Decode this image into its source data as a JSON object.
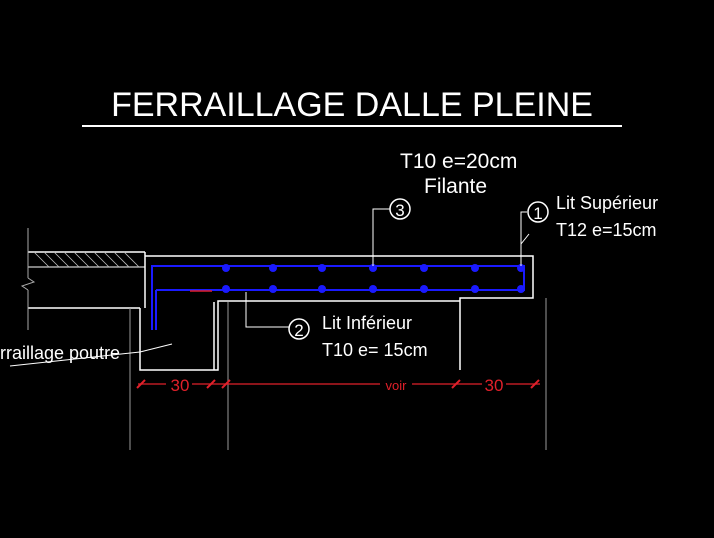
{
  "title": "FERRAILLAGE DALLE PLEINE",
  "annotations": {
    "filante_line1": "T10  e=20cm",
    "filante_line2": "Filante",
    "lit_superieur_line1": "Lit Supérieur",
    "lit_superieur_line2": "T12 e=15cm",
    "lit_inferieur_line1": "Lit Inférieur",
    "lit_inferieur_line2": "T10 e= 15cm",
    "poutre_label": "rraillage poutre"
  },
  "markers": {
    "lit_superieur": "1",
    "lit_inferieur": "2",
    "filante": "3"
  },
  "dimensions": {
    "left_support": "30",
    "span": "voir",
    "right_support": "30"
  },
  "colors": {
    "background": "#000000",
    "linework": "#ffffff",
    "reinforcement": "#1a1aff",
    "dimension": "#e0202a",
    "grid_lines": "#9a9a9a"
  }
}
